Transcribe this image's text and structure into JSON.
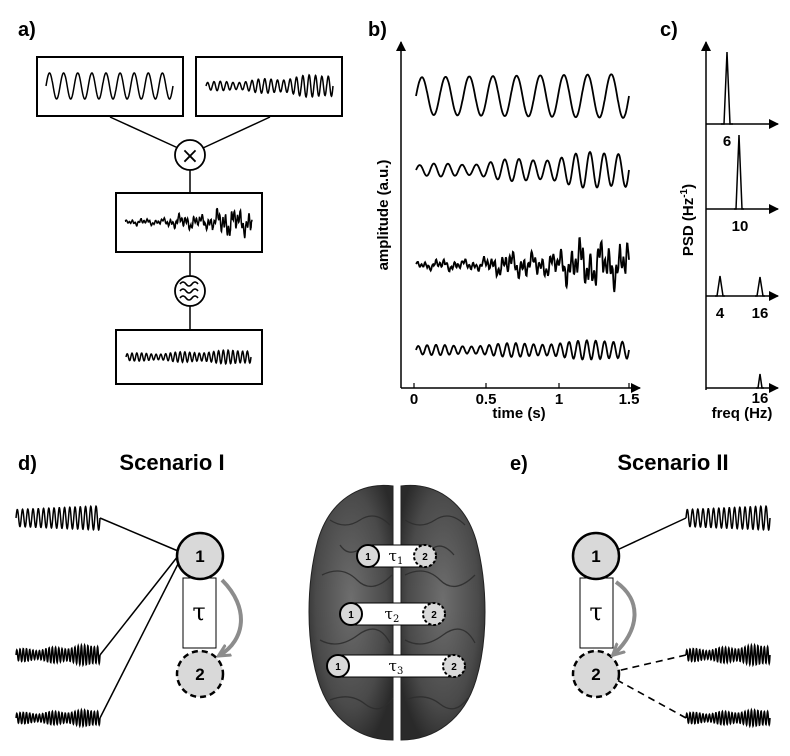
{
  "panels": {
    "a": "a)",
    "b": "b)",
    "c": "c)",
    "d": "d)",
    "e": "e)"
  },
  "panel_a": {
    "operators": {
      "multiply": "×",
      "filter_icon": "≈"
    }
  },
  "panel_b": {
    "ylabel": "amplitude (a.u.)",
    "xlabel": "time (s)",
    "x_ticks": [
      "0",
      "0.5",
      "1",
      "1.5"
    ]
  },
  "panel_c": {
    "ylabel_main": "PSD (Hz",
    "ylabel_sup": "-1",
    "ylabel_close": ")",
    "xlabel": "freq (Hz)",
    "spectra": [
      {
        "peaks": [
          6
        ],
        "labels": [
          "6"
        ]
      },
      {
        "peaks": [
          10
        ],
        "labels": [
          "10"
        ]
      },
      {
        "peaks": [
          4,
          16
        ],
        "labels": [
          "4",
          "16"
        ]
      },
      {
        "peaks": [
          16
        ],
        "labels": [
          "16"
        ]
      }
    ]
  },
  "scenario_1": {
    "title": "Scenario I",
    "node_1": "1",
    "node_2": "2",
    "delay": "τ"
  },
  "scenario_2": {
    "title": "Scenario II",
    "node_1": "1",
    "node_2": "2",
    "delay": "τ"
  },
  "brain": {
    "pairs": [
      {
        "left": "1",
        "right": "2",
        "delay": "τ",
        "sub": "1"
      },
      {
        "left": "1",
        "right": "2",
        "delay": "τ",
        "sub": "2"
      },
      {
        "left": "1",
        "right": "2",
        "delay": "τ",
        "sub": "3"
      }
    ]
  },
  "colors": {
    "node_fill": "#d9d9d9",
    "arrow": "#8c8c8c",
    "brain": "#555555"
  }
}
